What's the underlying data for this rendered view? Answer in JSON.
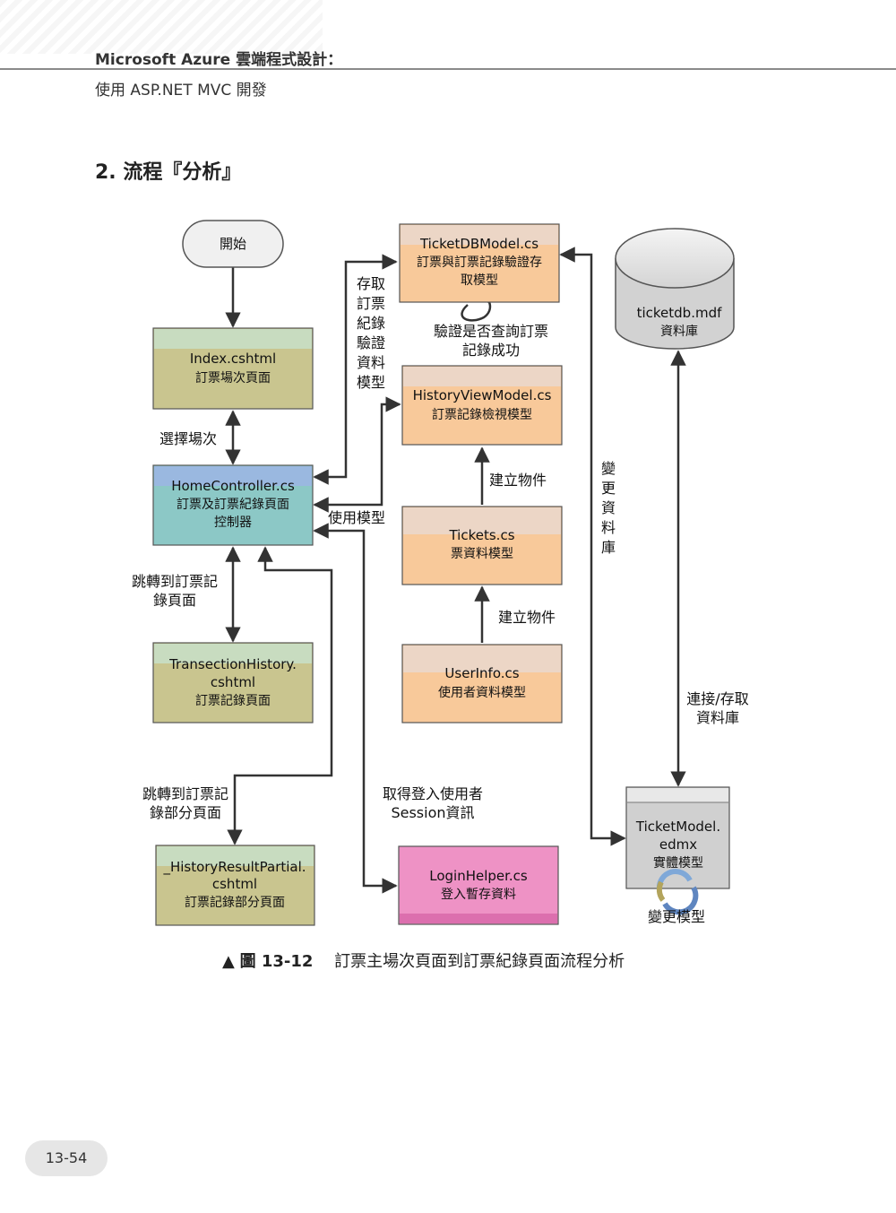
{
  "header": {
    "book_title": "Microsoft Azure 雲端程式設計：",
    "book_subtitle": "使用 ASP.NET MVC 開發"
  },
  "section_title": "2.  流程『分析』",
  "nodes": {
    "start": "開始",
    "index": [
      "Index.cshtml",
      "訂票場次頁面"
    ],
    "home": [
      "HomeController.cs",
      "訂票及訂票紀錄頁面",
      "控制器"
    ],
    "transection": [
      "TransectionHistory.",
      "cshtml",
      "訂票記錄頁面"
    ],
    "history_partial": [
      "_HistoryResultPartial.",
      "cshtml",
      "訂票記錄部分頁面"
    ],
    "ticketdb_model": [
      "TicketDBModel.cs",
      "訂票與訂票記錄驗證存",
      "取模型"
    ],
    "history_vm": [
      "HistoryViewModel.cs",
      "訂票記錄檢視模型"
    ],
    "tickets": [
      "Tickets.cs",
      "票資料模型"
    ],
    "userinfo": [
      "UserInfo.cs",
      "使用者資料模型"
    ],
    "login_helper": [
      "LoginHelper.cs",
      "登入暫存資料"
    ],
    "database": [
      "ticketdb.mdf",
      "資料庫"
    ],
    "ticket_model": [
      "TicketModel.",
      "edmx",
      "實體模型"
    ]
  },
  "edge_labels": {
    "select_session": "選擇場次",
    "jump_history": [
      "跳轉到訂票記",
      "錄頁面"
    ],
    "jump_partial": [
      "跳轉到訂票記",
      "錄部分頁面"
    ],
    "access_model": [
      "存取",
      "訂票",
      "紀錄",
      "驗證",
      "資料",
      "模型"
    ],
    "validate": [
      "驗證是否查詢訂票",
      "記錄成功"
    ],
    "use_model": "使用模型",
    "create_obj_1": "建立物件",
    "create_obj_2": "建立物件",
    "get_login": [
      "取得登入使用者",
      "Session資訊"
    ],
    "change_db": [
      "變",
      "更",
      "資",
      "料",
      "庫"
    ],
    "connect_db": [
      "連接/存取",
      "資料庫"
    ],
    "change_model": "變更模型"
  },
  "caption": {
    "marker": "▲",
    "number": "圖 13-12",
    "text": "訂票主場次頁面到訂票紀錄頁面流程分析"
  },
  "page_number": "13-54",
  "colors": {
    "view_fill": "#c9c58f",
    "view_top": "#c8dcc0",
    "controller_fill": "#8cc8c6",
    "controller_top": "#9ab8e0",
    "model_fill": "#f8c99a",
    "model_top": "#ecd6c6",
    "helper_fill": "#ee92c5",
    "helper_bottom": "#dc6fae",
    "arrow": "#333333"
  }
}
